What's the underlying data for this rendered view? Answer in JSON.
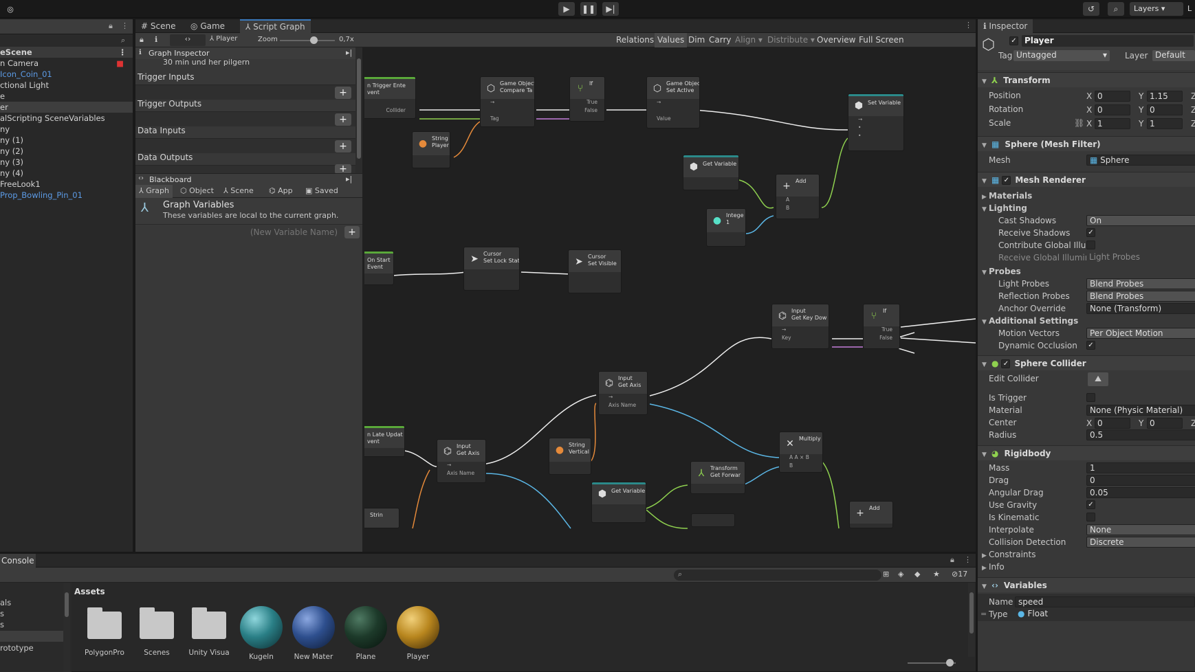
{
  "toolbar": {
    "layers": "Layers",
    "layout_letter": "L"
  },
  "hierarchy": {
    "rows": [
      "eScene",
      "n Camera",
      "Icon_Coin_01",
      "ctional Light",
      "e",
      "er",
      "alScripting SceneVariables",
      "ny",
      "ny (1)",
      "ny (2)",
      "ny (3)",
      "ny (4)",
      "FreeLook1",
      "Prop_Bowling_Pin_01"
    ]
  },
  "tabs": {
    "scene": "Scene",
    "game": "Game",
    "script_graph": "Script Graph"
  },
  "graph_toolbar": {
    "player": "Player",
    "zoom_label": "Zoom",
    "zoom_value": "0,7x",
    "relations": "Relations",
    "values": "Values",
    "dim": "Dim",
    "carry": "Carry",
    "align": "Align",
    "distribute": "Distribute",
    "overview": "Overview",
    "full_screen": "Full Screen"
  },
  "graph_inspector": {
    "title": "Graph Inspector",
    "truncated_text": "30 min und her pilgern",
    "trigger_inputs": "Trigger Inputs",
    "trigger_outputs": "Trigger Outputs",
    "data_inputs": "Data Inputs",
    "data_outputs": "Data Outputs",
    "blackboard": "Blackboard",
    "bb_tabs": [
      "Graph",
      "Object",
      "Scene",
      "App",
      "Saved"
    ],
    "gv_title": "Graph Variables",
    "gv_desc": "These variables are local to the current graph.",
    "new_var_placeholder": "(New Variable Name)"
  },
  "nodes": {
    "on_trigger": {
      "title": "n Trigger Ente",
      "sub": "vent",
      "port": "Collider"
    },
    "compare_tag": {
      "title": "Game Object",
      "sub": "Compare Ta",
      "port": "Tag"
    },
    "if1": {
      "title": "If",
      "t": "True",
      "f": "False"
    },
    "set_active": {
      "title": "Game Object",
      "sub": "Set Active",
      "port": "Value"
    },
    "set_variable": {
      "title": "Set Variable"
    },
    "string_player": {
      "title": "String",
      "sub": "Player"
    },
    "get_variable1": {
      "title": "Get Variable"
    },
    "add1": {
      "title": "Add",
      "a": "A",
      "b": "B"
    },
    "integer": {
      "title": "Intege",
      "sub": "1"
    },
    "on_start": {
      "title": "On Start",
      "sub": "Event"
    },
    "cursor_lock": {
      "title": "Cursor",
      "sub": "Set Lock Stat"
    },
    "cursor_visible": {
      "title": "Cursor",
      "sub": "Set Visible"
    },
    "get_key_down": {
      "title": "Input",
      "sub": "Get Key Dow",
      "port": "Key"
    },
    "if2": {
      "title": "If",
      "t": "True",
      "f": "False"
    },
    "get_axis1": {
      "title": "Input",
      "sub": "Get Axis",
      "port": "Axis Name"
    },
    "on_late_update": {
      "title": "n Late Updat",
      "sub": "vent"
    },
    "get_axis2": {
      "title": "Input",
      "sub": "Get Axis",
      "port": "Axis Name"
    },
    "string_vertical": {
      "title": "String",
      "sub": "Vertical"
    },
    "multiply": {
      "title": "Multiply",
      "a": "A",
      "b": "B",
      "axb": "A × B"
    },
    "transform_forward": {
      "title": "Transform",
      "sub": "Get Forwar"
    },
    "get_variable2": {
      "title": "Get Variable"
    },
    "add2": {
      "title": "Add"
    },
    "string_bottom": {
      "title": "Strin"
    }
  },
  "inspector": {
    "tab": "Inspector",
    "object_name": "Player",
    "tag_label": "Tag",
    "tag_value": "Untagged",
    "layer_label": "Layer",
    "layer_value": "Default",
    "transform": {
      "title": "Transform",
      "position": "Position",
      "rotation": "Rotation",
      "scale": "Scale",
      "pos": {
        "x": "0",
        "y": "1.15"
      },
      "rot": {
        "x": "0",
        "y": "0"
      },
      "scl": {
        "x": "1",
        "y": "1"
      }
    },
    "mesh_filter": {
      "title": "Sphere (Mesh Filter)",
      "mesh_label": "Mesh",
      "mesh_value": "Sphere"
    },
    "mesh_renderer": {
      "title": "Mesh Renderer",
      "materials": "Materials",
      "lighting": "Lighting",
      "cast_shadows": "Cast Shadows",
      "cast_shadows_v": "On",
      "receive_shadows": "Receive Shadows",
      "contribute_gi": "Contribute Global Illun",
      "receive_gi": "Receive Global Illumin",
      "receive_gi_v": "Light Probes",
      "probes": "Probes",
      "light_probes": "Light Probes",
      "light_probes_v": "Blend Probes",
      "reflection_probes": "Reflection Probes",
      "reflection_probes_v": "Blend Probes",
      "anchor_override": "Anchor Override",
      "anchor_override_v": "None (Transform)",
      "additional": "Additional Settings",
      "motion_vectors": "Motion Vectors",
      "motion_vectors_v": "Per Object Motion",
      "dynamic_occlusion": "Dynamic Occlusion"
    },
    "sphere_collider": {
      "title": "Sphere Collider",
      "edit_collider": "Edit Collider",
      "is_trigger": "Is Trigger",
      "material": "Material",
      "material_v": "None (Physic Material)",
      "center": "Center",
      "center_x": "0",
      "center_y": "0",
      "radius": "Radius",
      "radius_v": "0.5"
    },
    "rigidbody": {
      "title": "Rigidbody",
      "mass": "Mass",
      "mass_v": "1",
      "drag": "Drag",
      "drag_v": "0",
      "angular_drag": "Angular Drag",
      "angular_drag_v": "0.05",
      "use_gravity": "Use Gravity",
      "is_kinematic": "Is Kinematic",
      "interpolate": "Interpolate",
      "interpolate_v": "None",
      "collision_detection": "Collision Detection",
      "collision_detection_v": "Discrete",
      "constraints": "Constraints",
      "info": "Info"
    },
    "variables": {
      "title": "Variables",
      "name_label": "Name",
      "name_value": "speed",
      "type_label": "Type",
      "type_value": "Float"
    }
  },
  "console": {
    "tab": "Console",
    "assets_title": "Assets",
    "search_placeholder": "",
    "count": "17",
    "left_items": [
      "als",
      "s",
      "s",
      "",
      "rototype"
    ],
    "assets": [
      {
        "name": "PolygonPro",
        "kind": "folder"
      },
      {
        "name": "Scenes",
        "kind": "folder"
      },
      {
        "name": "Unity Visua",
        "kind": "folder"
      },
      {
        "name": "Kugeln",
        "kind": "ball",
        "color": "#2a7f86"
      },
      {
        "name": "New Mater",
        "kind": "ball",
        "color": "#2e4f8e"
      },
      {
        "name": "Plane",
        "kind": "ball",
        "color": "#1d3a2a"
      },
      {
        "name": "Player",
        "kind": "ball",
        "color": "#b8861e"
      }
    ]
  },
  "colors": {
    "accent": "#3a79bb",
    "link": "#5c9be6"
  }
}
